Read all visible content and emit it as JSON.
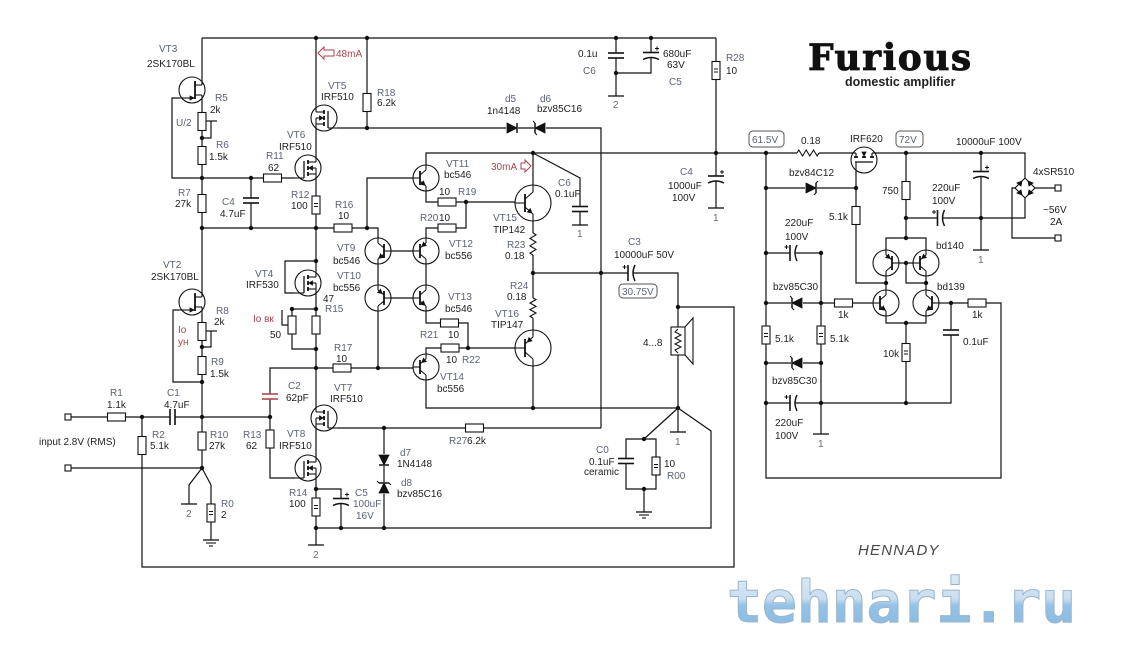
{
  "title": {
    "main": "Furious",
    "subtitle": "domestic amplifier"
  },
  "author": "HENNADY",
  "watermark": "tehnari.ru",
  "input": {
    "label": "input 2.8V (RMS)"
  },
  "transistors": {
    "VT2": {
      "ref": "VT2",
      "part": "2SK170BL"
    },
    "VT3": {
      "ref": "VT3",
      "part": "2SK170BL"
    },
    "VT4": {
      "ref": "VT4",
      "part": "IRF530"
    },
    "VT5": {
      "ref": "VT5",
      "part": "IRF510"
    },
    "VT6": {
      "ref": "VT6",
      "part": "IRF510"
    },
    "VT7": {
      "ref": "VT7",
      "part": "IRF510"
    },
    "VT8": {
      "ref": "VT8",
      "part": "IRF510"
    },
    "VT9": {
      "ref": "VT9",
      "part": "bc546"
    },
    "VT10": {
      "ref": "VT10",
      "part": "bc556"
    },
    "VT11": {
      "ref": "VT11",
      "part": "bc546"
    },
    "VT12": {
      "ref": "VT12",
      "part": "bc556"
    },
    "VT13": {
      "ref": "VT13",
      "part": "bc546"
    },
    "VT14": {
      "ref": "VT14",
      "part": "bc556"
    },
    "VT15": {
      "ref": "VT15",
      "part": "TIP142"
    },
    "VT16": {
      "ref": "VT16",
      "part": "TIP147"
    }
  },
  "resistors": {
    "R0": {
      "ref": "R0",
      "value": "2"
    },
    "R00": {
      "ref": "R00",
      "value": "10"
    },
    "R1": {
      "ref": "R1",
      "value": "1.1k"
    },
    "R2": {
      "ref": "R2",
      "value": "5.1k"
    },
    "R5": {
      "ref": "R5",
      "value": "2k"
    },
    "R6": {
      "ref": "R6",
      "value": "1.5k"
    },
    "R7": {
      "ref": "R7",
      "value": "27k"
    },
    "R8": {
      "ref": "R8",
      "value": "2k"
    },
    "R9": {
      "ref": "R9",
      "value": "1.5k"
    },
    "R10": {
      "ref": "R10",
      "value": "27k"
    },
    "R11": {
      "ref": "R11",
      "value": "62"
    },
    "R12": {
      "ref": "R12",
      "value": "100"
    },
    "R13": {
      "ref": "R13",
      "value": "62"
    },
    "R14": {
      "ref": "R14",
      "value": "100"
    },
    "R15": {
      "ref": "R15",
      "value": "47"
    },
    "R16": {
      "ref": "R16",
      "value": "10"
    },
    "R17": {
      "ref": "R17",
      "value": "10"
    },
    "R18": {
      "ref": "R18",
      "value": "6.2k"
    },
    "R19": {
      "ref": "R19",
      "value": "10"
    },
    "R20": {
      "ref": "R20",
      "value": "10"
    },
    "R21": {
      "ref": "R21",
      "value": "10"
    },
    "R22": {
      "ref": "R22",
      "value": "10"
    },
    "R23": {
      "ref": "R23",
      "value": "0.18"
    },
    "R24": {
      "ref": "R24",
      "value": "0.18"
    },
    "R27": {
      "ref": "R27",
      "value": "6.2k"
    },
    "R28": {
      "ref": "R28",
      "value": "10"
    },
    "bias_trim": {
      "value": "50"
    }
  },
  "capacitors": {
    "C0": {
      "ref": "C0",
      "value": "0.1uF",
      "note": "ceramic"
    },
    "C1": {
      "ref": "C1",
      "value": "4.7uF"
    },
    "C2": {
      "ref": "C2",
      "value": "62pF"
    },
    "C3": {
      "ref": "C3",
      "value": "10000uF 50V"
    },
    "C4_input": {
      "ref": "C4",
      "value": "4.7uF"
    },
    "C4_supply": {
      "ref": "C4",
      "value": "1000uF",
      "voltage": "100V"
    },
    "C5_supply": {
      "ref": "C5",
      "value": "680uF",
      "voltage": "63V"
    },
    "C5_bias": {
      "ref": "C5",
      "value": "100uF",
      "voltage": "16V"
    },
    "C6_supply": {
      "ref": "C6",
      "value": "0.1u"
    },
    "C6_output": {
      "ref": "C6",
      "value": "0.1uF"
    }
  },
  "diodes": {
    "d5": {
      "ref": "d5",
      "part": "1n4148"
    },
    "d6": {
      "ref": "d6",
      "part": "bzv85C16"
    },
    "d7": {
      "ref": "d7",
      "part": "1N4148"
    },
    "d8": {
      "ref": "d8",
      "part": "bzv85C16"
    }
  },
  "annotations": {
    "current_vas": "48mA",
    "current_out": "30mA",
    "half_supply": "U/2",
    "io_label": "Io",
    "io_sub": "ун",
    "io_bias": "Io вк",
    "speaker": "4...8",
    "output_dc": "30.75V",
    "ground_1": "1",
    "ground_2": "2"
  },
  "psu": {
    "v_out": "61.5V",
    "v_in": "72V",
    "r_sense": "0.18",
    "mosfet": "IRF620",
    "zener_gate": "bzv84C12",
    "r_gate": "5.1k",
    "r_750": "750",
    "c_bypass": {
      "value": "220uF",
      "voltage": "100V"
    },
    "c_main": "10000uF 100V",
    "bridge": "4xSR510",
    "ac_voltage": "~56V",
    "ac_current": "2A",
    "pnp_pair": "bd140",
    "npn_pair": "bd139",
    "r_base_left": "1k",
    "r_base_right": "1k",
    "r_div_left": "5.1k",
    "r_div_right": "5.1k",
    "r_tail": "10k",
    "c_out": "0.1uF",
    "zener_top": "bzv85C30",
    "zener_bottom": "bzv85C30",
    "c_top": {
      "value": "220uF",
      "voltage": "100V"
    },
    "c_bottom": {
      "value": "220uF",
      "voltage": "100V"
    }
  }
}
